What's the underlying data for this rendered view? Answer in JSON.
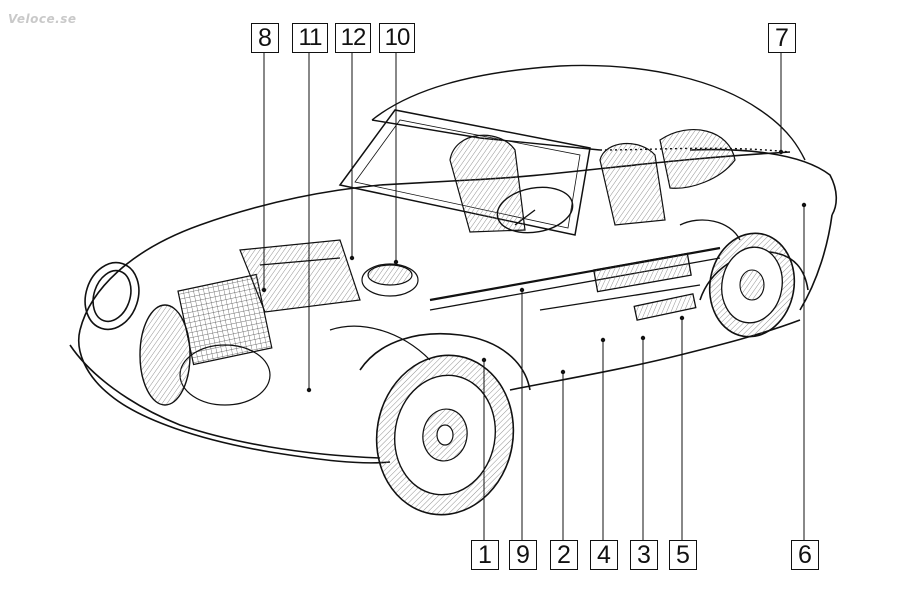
{
  "watermark": "Veloce.se",
  "diagram": {
    "subject": "car-cutaway",
    "callouts": [
      {
        "id": "c8",
        "label": "8"
      },
      {
        "id": "c11",
        "label": "11"
      },
      {
        "id": "c12",
        "label": "12"
      },
      {
        "id": "c10",
        "label": "10"
      },
      {
        "id": "c7",
        "label": "7"
      },
      {
        "id": "c1",
        "label": "1"
      },
      {
        "id": "c9",
        "label": "9"
      },
      {
        "id": "c2",
        "label": "2"
      },
      {
        "id": "c4",
        "label": "4"
      },
      {
        "id": "c3",
        "label": "3"
      },
      {
        "id": "c5",
        "label": "5"
      },
      {
        "id": "c6",
        "label": "6"
      }
    ]
  },
  "colors": {
    "ink": "#111111",
    "shade": "#9a9a9a",
    "background": "#ffffff",
    "watermark": "#c9c9c9"
  }
}
